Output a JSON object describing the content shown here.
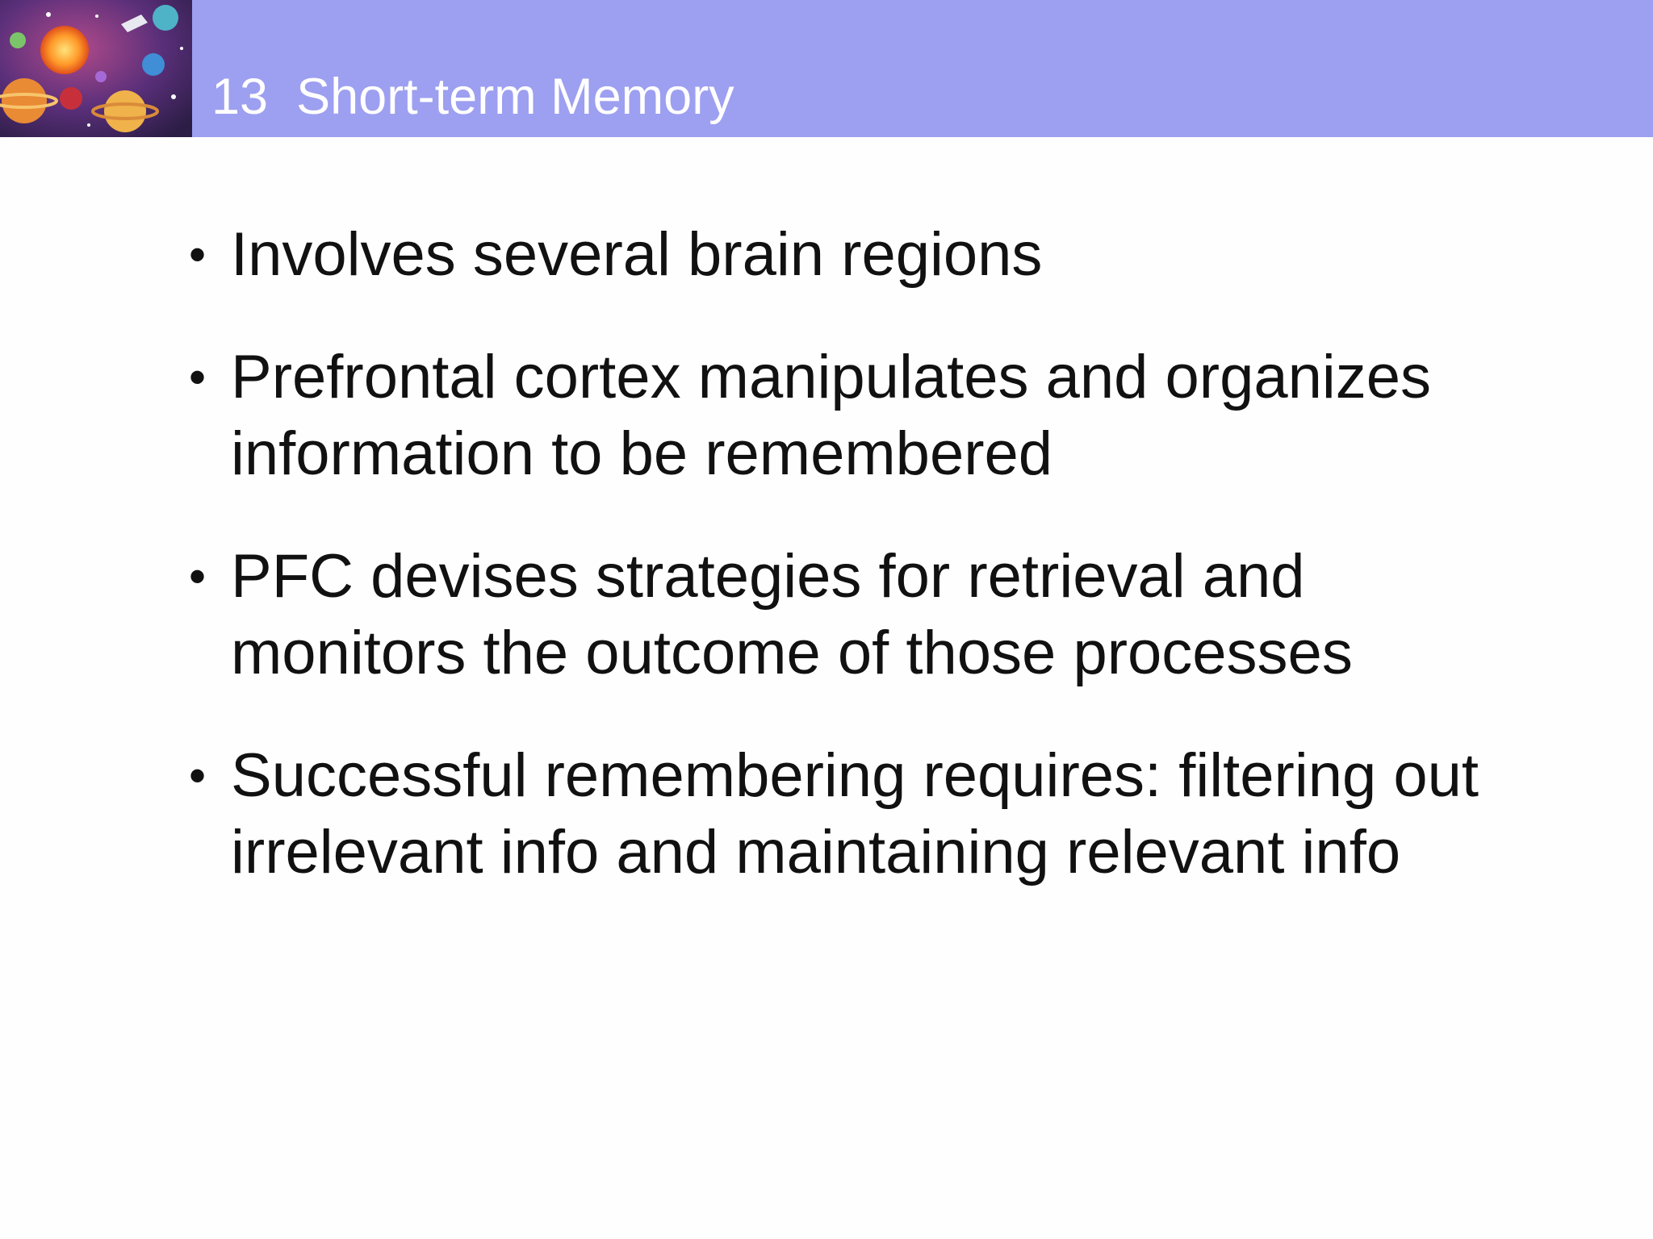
{
  "slide": {
    "number": "13",
    "title": "Short-term Memory"
  },
  "bullets": [
    {
      "text": "Involves several brain regions"
    },
    {
      "text": "Prefrontal cortex manipulates and organizes information to be remembered"
    },
    {
      "text": "PFC devises strategies for retrieval and monitors the outcome of those processes"
    },
    {
      "text": "Successful remembering requires: filtering out irrelevant info and maintaining relevant info"
    }
  ],
  "colors": {
    "title_bar": "#9d9ff0",
    "title_text": "#ffffff",
    "body_text": "#111111"
  },
  "icons": {
    "corner_image": "solar-system-illustration"
  }
}
